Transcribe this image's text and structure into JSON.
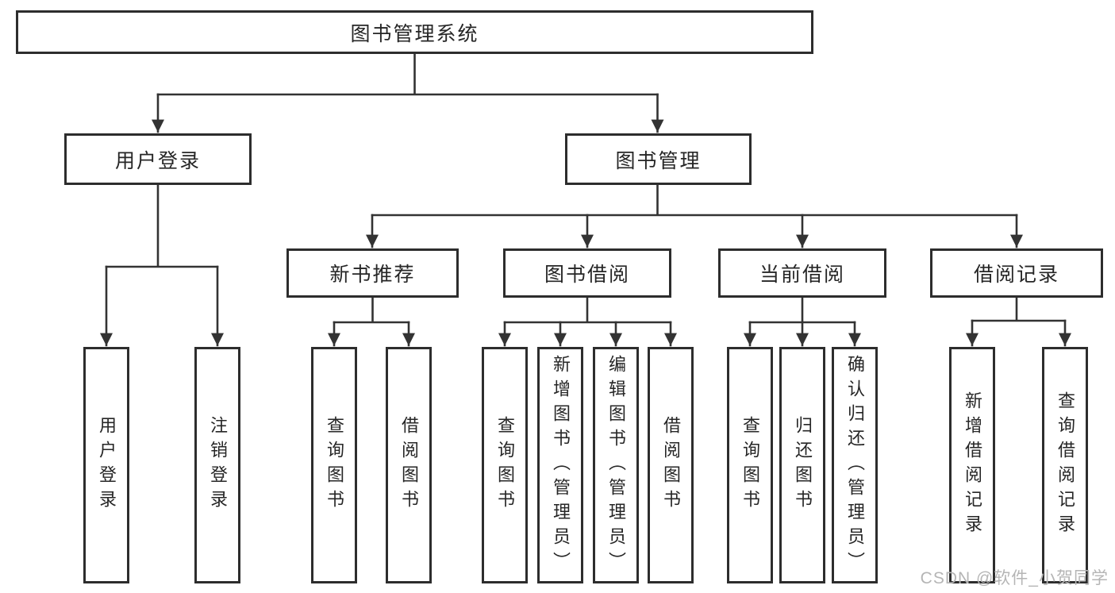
{
  "diagram": {
    "root": "图书管理系统",
    "level2": [
      {
        "label": "用户登录"
      },
      {
        "label": "图书管理"
      }
    ],
    "level3": [
      {
        "label": "新书推荐"
      },
      {
        "label": "图书借阅"
      },
      {
        "label": "当前借阅"
      },
      {
        "label": "借阅记录"
      }
    ],
    "leaves": {
      "user_login": [
        "用户登录",
        "注销登录"
      ],
      "new_book": [
        "查询图书",
        "借阅图书"
      ],
      "borrowing": [
        "查询图书",
        "新增图书（管理员）",
        "编辑图书（管理员）",
        "借阅图书"
      ],
      "current": [
        "查询图书",
        "归还图书",
        "确认归还（管理员）"
      ],
      "records": [
        "新增借阅记录",
        "查询借阅记录"
      ]
    }
  },
  "watermark": "CSDN @软件_小贺同学",
  "colors": {
    "line": "#333333",
    "box_border": "#2d2d2d",
    "text": "#262626",
    "watermark": "#b5b5b5",
    "background": "#ffffff"
  }
}
